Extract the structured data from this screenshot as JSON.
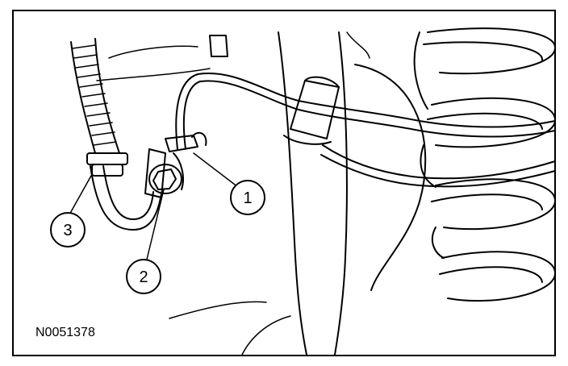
{
  "figure_id": "N0051378",
  "callouts": [
    {
      "label": "1"
    },
    {
      "label": "2"
    },
    {
      "label": "3"
    }
  ]
}
